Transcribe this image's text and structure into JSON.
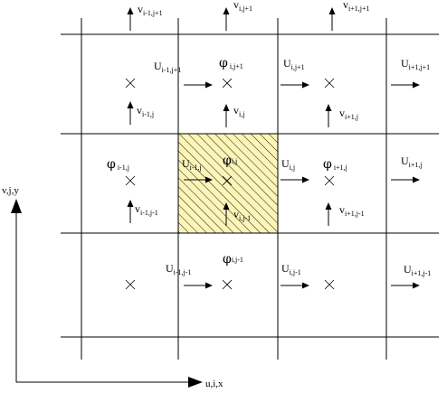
{
  "axes": {
    "vertical": "v,j,y",
    "horizontal": "u,i,x"
  },
  "symbols": {
    "phi": "φ"
  },
  "labels": {
    "v_top_left": {
      "base": "v",
      "sub": "i-1,j+1"
    },
    "v_top_mid": {
      "base": "v",
      "sub": "i,j+1"
    },
    "v_top_right": {
      "base": "v",
      "sub": "i+1,j+1"
    },
    "phi_top_mid": {
      "sub": " i,j+1"
    },
    "U_top_left": {
      "base": "U",
      "sub": "i-1,j+1"
    },
    "U_top_mid": {
      "base": "U",
      "sub": "i,j+1"
    },
    "U_top_right": {
      "base": "U",
      "sub": "i+1,j+1"
    },
    "v_row2_left": {
      "base": "v",
      "sub": "i-1,j"
    },
    "v_row2_mid": {
      "base": "v",
      "sub": "i,j"
    },
    "v_row2_right": {
      "base": "v",
      "sub": "i+1,j"
    },
    "phi_mid_left": {
      "sub": " i-1,j"
    },
    "phi_mid_mid": {
      "sub": "i,j"
    },
    "phi_mid_right": {
      "sub": " i+1,j"
    },
    "U_mid_left": {
      "base": "U",
      "sub": "i-1,j"
    },
    "U_mid_mid": {
      "base": "U",
      "sub": "i,j"
    },
    "U_mid_right": {
      "base": "U",
      "sub": "i+1,j"
    },
    "v_row3_left": {
      "base": "v",
      "sub": "i-1,j-1"
    },
    "v_row3_mid": {
      "base": "v",
      "sub": "i,j-1"
    },
    "v_row3_right": {
      "base": "v",
      "sub": "i+1,j-1"
    },
    "phi_bot_mid": {
      "sub": "i,j-1"
    },
    "U_bot_left": {
      "base": "U",
      "sub": "i-1,j-1"
    },
    "U_bot_mid": {
      "base": "U",
      "sub": "i,j-1"
    },
    "U_bot_right": {
      "base": "U",
      "sub": "i+1,j-1"
    }
  },
  "colors": {
    "highlight_fill": "#fbf5b8",
    "hatch": "#000000"
  }
}
